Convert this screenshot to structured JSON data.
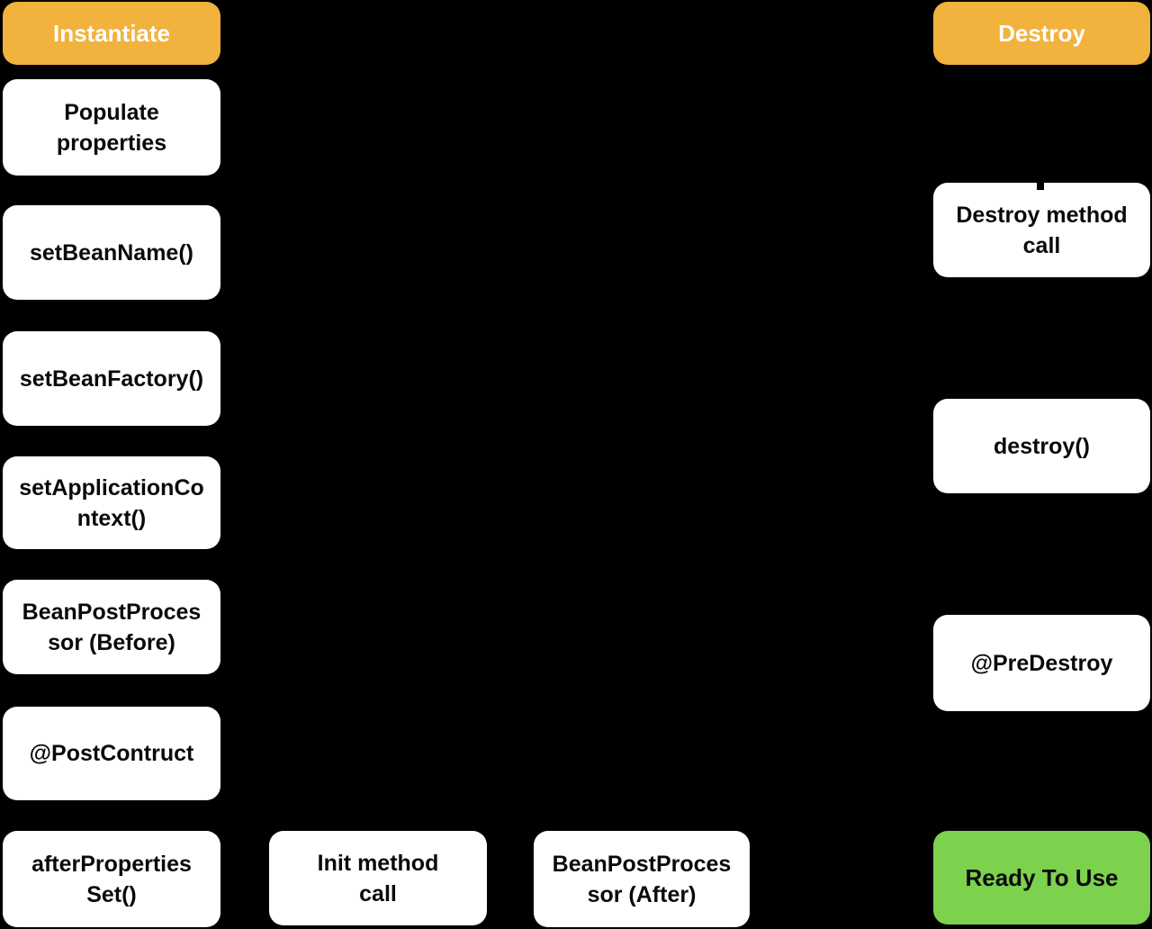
{
  "diagram": {
    "background": "#000000",
    "colors": {
      "stage_fill": "#F2B23E",
      "stage_text": "#FFFFFF",
      "step_fill": "#FFFFFF",
      "step_text": "#0A0A0A",
      "ready_fill": "#7CD14D",
      "ready_text": "#0A0A0A"
    },
    "nodes": [
      {
        "id": "instantiate",
        "kind": "stage",
        "label": "Instantiate"
      },
      {
        "id": "populate-properties",
        "kind": "step",
        "label": "Populate\nproperties"
      },
      {
        "id": "set-bean-name",
        "kind": "step",
        "label": "setBeanName()"
      },
      {
        "id": "set-bean-factory",
        "kind": "step",
        "label": "setBeanFactory()"
      },
      {
        "id": "set-application-context",
        "kind": "step",
        "label": "setApplicationCo\nntext()"
      },
      {
        "id": "bean-post-processor-before",
        "kind": "step",
        "label": "BeanPostProces\nsor (Before)"
      },
      {
        "id": "post-contruct",
        "kind": "step",
        "label": "@PostContruct"
      },
      {
        "id": "after-properties-set",
        "kind": "step",
        "label": "afterProperties\nSet()"
      },
      {
        "id": "init-method-call",
        "kind": "step",
        "label": "Init method\ncall"
      },
      {
        "id": "bean-post-processor-after",
        "kind": "step",
        "label": "BeanPostProces\nsor (After)"
      },
      {
        "id": "destroy-stage",
        "kind": "stage",
        "label": "Destroy"
      },
      {
        "id": "destroy-method-call",
        "kind": "step",
        "label": "Destroy method\ncall"
      },
      {
        "id": "destroy-fn",
        "kind": "step",
        "label": "destroy()"
      },
      {
        "id": "pre-destroy",
        "kind": "step",
        "label": "@PreDestroy"
      },
      {
        "id": "ready-to-use",
        "kind": "ready",
        "label": "Ready To Use"
      }
    ]
  }
}
